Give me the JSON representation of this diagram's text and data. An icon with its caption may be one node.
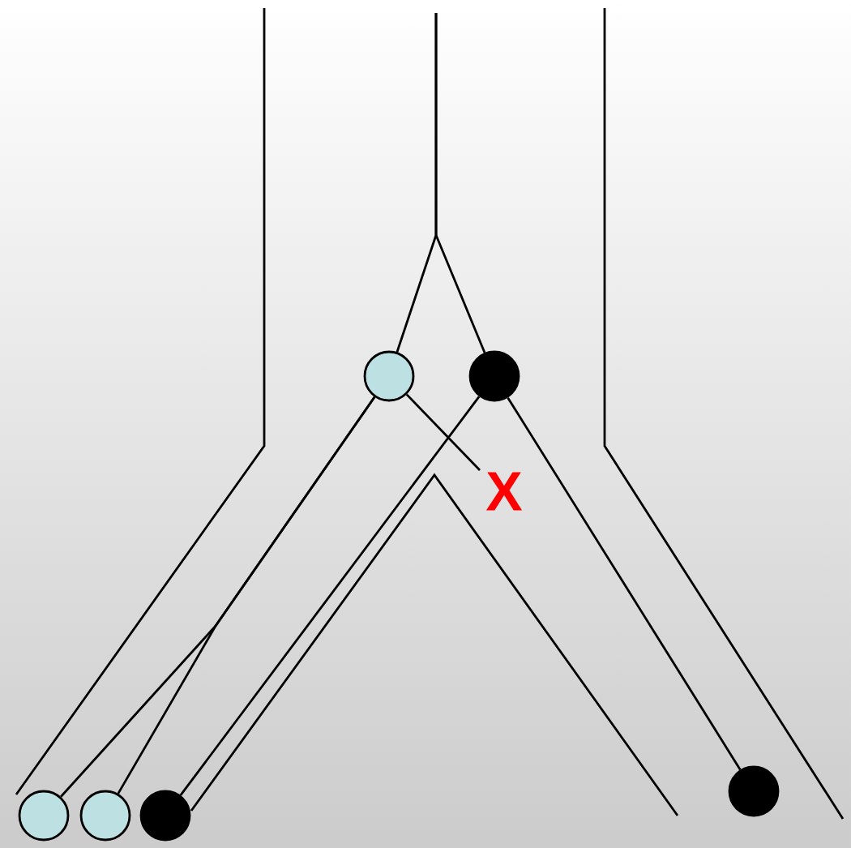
{
  "diagram": {
    "nodes": [
      {
        "text": [],
        "shape": "circle"
      },
      {
        "text": [],
        "shape": "circle"
      },
      {
        "text": [
          "X"
        ]
      },
      {
        "text": [],
        "shape": "circle"
      },
      {
        "text": [],
        "shape": "circle"
      },
      {
        "text": [],
        "shape": "circle"
      },
      {
        "text": [],
        "shape": "circle"
      }
    ],
    "edges": [
      {
        "from": null,
        "to": 0,
        "arrow": "none"
      },
      {
        "from": null,
        "to": 1,
        "arrow": "none"
      },
      {
        "from": 0,
        "to": 2,
        "arrow": "none"
      },
      {
        "from": 0,
        "to": 3,
        "arrow": "none"
      },
      {
        "from": 0,
        "to": 4,
        "arrow": "none"
      },
      {
        "from": 1,
        "to": 5,
        "arrow": "none"
      },
      {
        "from": 1,
        "to": 6,
        "arrow": "none"
      }
    ]
  }
}
